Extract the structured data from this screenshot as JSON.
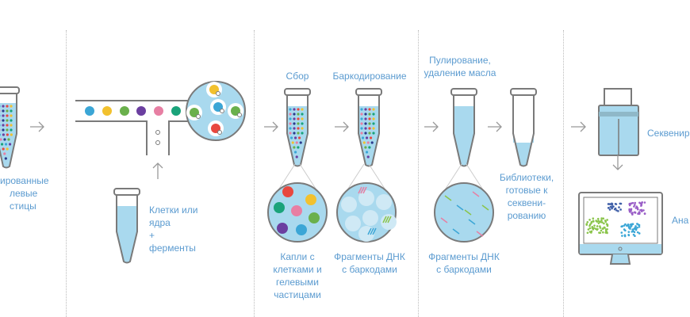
{
  "colors": {
    "text": "#5b9bd0",
    "line": "#7a7a7a",
    "liquid": "#a9d9ee",
    "cluster": [
      "#8ac44a",
      "#3f5fa8",
      "#9a5fc7",
      "#3ba6d6"
    ]
  },
  "steps": {
    "gel_beads": {
      "label": [
        "ированные",
        "левые",
        "стицы"
      ]
    },
    "cells": {
      "label": [
        "Клетки или",
        "ядра",
        "+",
        "ферменты"
      ]
    },
    "collect": {
      "title": "Сбор",
      "label": [
        "Капли с",
        "клетками и",
        "гелевыми",
        "частицами"
      ]
    },
    "barcoding": {
      "title": "Баркодирование",
      "label": [
        "Фрагменты ДНК",
        "с баркодами"
      ]
    },
    "pooling": {
      "title": [
        "Пулирование,",
        "удаление масла"
      ],
      "label": [
        "Фрагменты ДНК",
        "с баркодами"
      ]
    },
    "libraries": {
      "label": [
        "Библиотеки,",
        "готовые к",
        "секвени-",
        "рованию"
      ]
    },
    "sequencing": {
      "label": "Секвенир"
    },
    "analysis": {
      "label": "Ана"
    }
  }
}
